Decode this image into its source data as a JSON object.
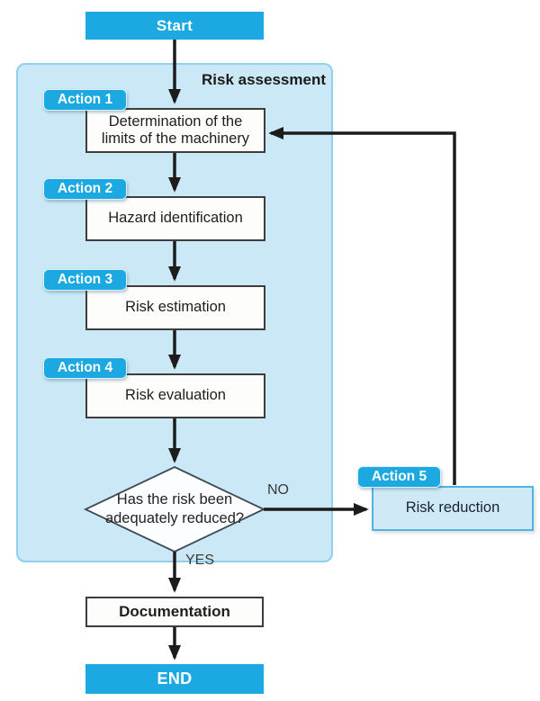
{
  "palette": {
    "accent_blue": "#1ca9e2",
    "container_fill": "#cbe8f6",
    "container_border": "#8fd0ec",
    "reduction_fill": "#cfe9f6",
    "reduction_border": "#4fb2df",
    "box_fill": "#fdfdfb",
    "box_border": "#3d3d3d",
    "arrow_color": "#1c1c1c"
  },
  "flow": {
    "start_label": "Start",
    "container_label": "Risk assessment",
    "steps": [
      {
        "tag": "Action 1",
        "label": "Determination of the limits of the machinery"
      },
      {
        "tag": "Action 2",
        "label": "Hazard identification"
      },
      {
        "tag": "Action 3",
        "label": "Risk estimation"
      },
      {
        "tag": "Action 4",
        "label": "Risk evaluation"
      },
      {
        "tag": "Action 5",
        "label": "Risk reduction"
      }
    ],
    "decision": {
      "line1": "Has the risk been",
      "line2": "adequately reduced?"
    },
    "no_label": "NO",
    "yes_label": "YES",
    "documentation_label": "Documentation",
    "end_label": "END"
  }
}
